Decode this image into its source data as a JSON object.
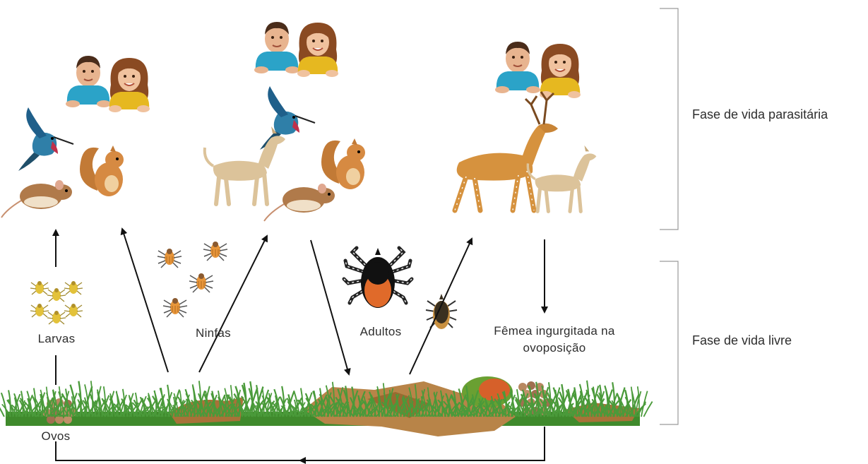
{
  "phases": {
    "parasitic": "Fase de vida parasitária",
    "free": "Fase de vida livre"
  },
  "stages": {
    "eggs": "Ovos",
    "larvae": "Larvas",
    "nymphs": "Ninfas",
    "adults": "Adultos",
    "engorged_female_line1": "Fêmea ingurgitada na",
    "engorged_female_line2": "ovoposição"
  },
  "colors": {
    "grass": "#4a9a3a",
    "ground": "#3f8a2c",
    "soil": "#a87238",
    "tick": "#d89a3a",
    "arrow": "#111111",
    "bracket": "#9a9a9a"
  }
}
